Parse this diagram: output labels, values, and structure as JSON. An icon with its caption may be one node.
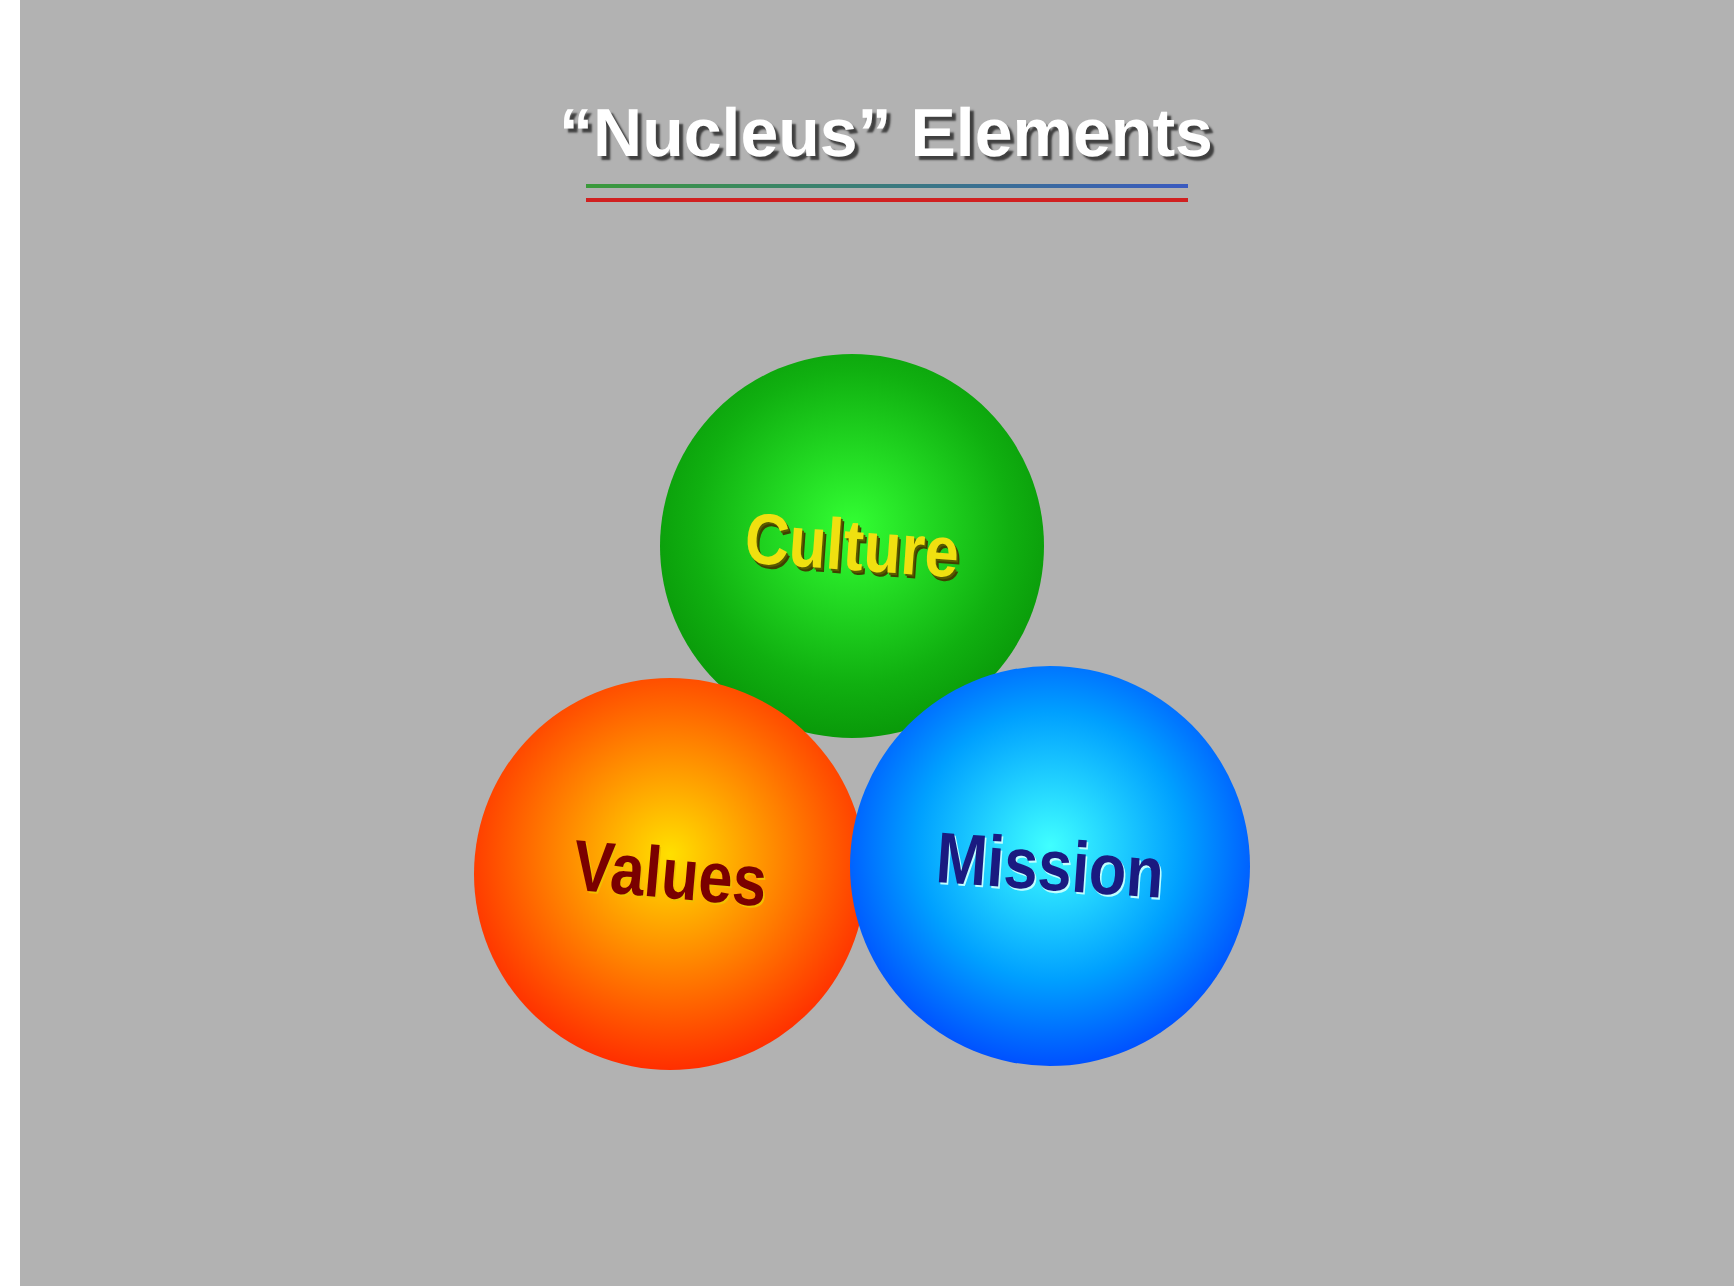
{
  "diagram": {
    "title": "“Nucleus” Elements",
    "nodes": [
      {
        "text": [
          "Culture"
        ]
      },
      {
        "text": [
          "Values"
        ]
      },
      {
        "text": [
          "Mission"
        ]
      }
    ]
  }
}
